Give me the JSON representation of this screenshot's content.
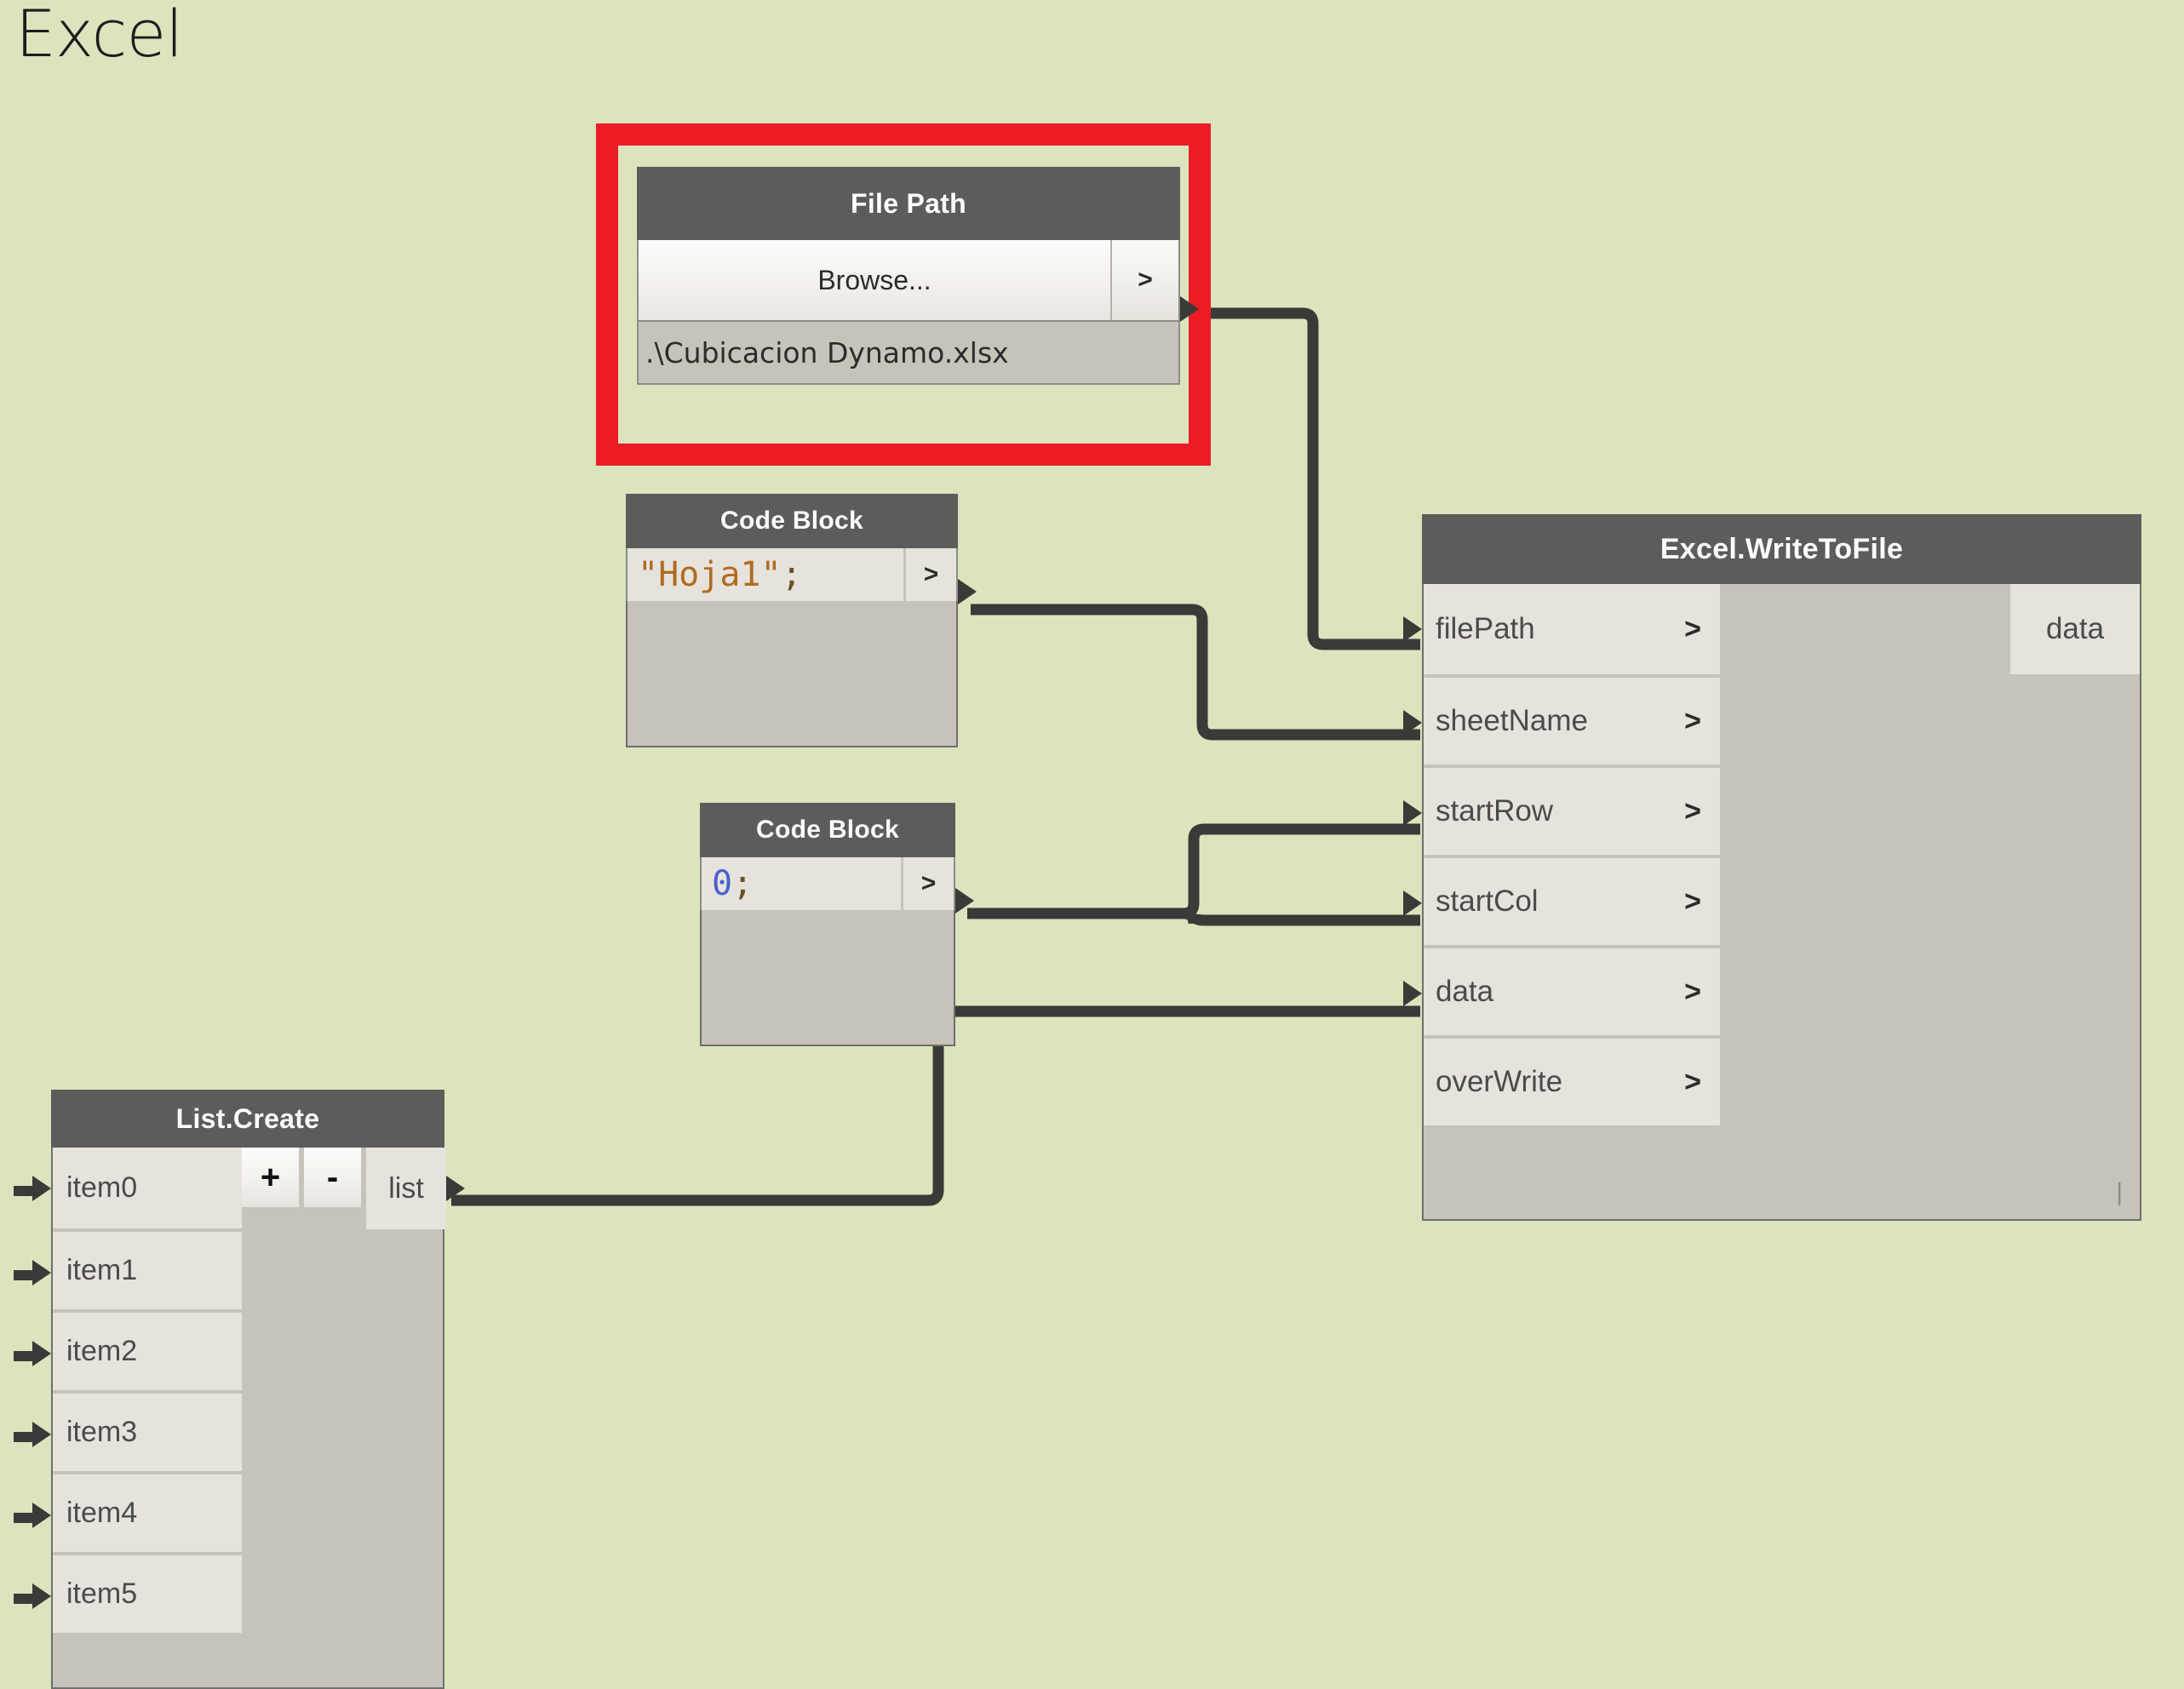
{
  "group": {
    "title": "Excel"
  },
  "colors": {
    "canvas_bg": "#dce4bd",
    "node_header": "#5c5c5b",
    "node_body": "#c7c3bb",
    "port_row": "#e6e3dd",
    "highlight_border": "#ed1c24",
    "wire": "#3a3a38",
    "string_literal": "#b06b20",
    "number_literal": "#4a5fd0"
  },
  "file_path_node": {
    "title": "File Path",
    "browse_label": "Browse...",
    "output_chevron": ">",
    "value": ".\\Cubicacion Dynamo.xlsx",
    "highlighted": true
  },
  "code_block_1": {
    "title": "Code Block",
    "code_string": "\"Hoja1\"",
    "code_terminator": ";",
    "output_chevron": ">"
  },
  "code_block_2": {
    "title": "Code Block",
    "code_number": "0",
    "code_terminator": ";",
    "output_chevron": ">"
  },
  "excel_write_node": {
    "title": "Excel.WriteToFile",
    "inputs": [
      {
        "label": "filePath",
        "chevron": ">"
      },
      {
        "label": "sheetName",
        "chevron": ">"
      },
      {
        "label": "startRow",
        "chevron": ">"
      },
      {
        "label": "startCol",
        "chevron": ">"
      },
      {
        "label": "data",
        "chevron": ">"
      },
      {
        "label": "overWrite",
        "chevron": ">"
      }
    ],
    "outputs": [
      {
        "label": "data"
      }
    ],
    "resize_handle": "|"
  },
  "list_create_node": {
    "title": "List.Create",
    "add_button": "+",
    "remove_button": "-",
    "output_label": "list",
    "items": [
      {
        "label": "item0"
      },
      {
        "label": "item1"
      },
      {
        "label": "item2"
      },
      {
        "label": "item3"
      },
      {
        "label": "item4"
      },
      {
        "label": "item5"
      }
    ]
  },
  "connections": [
    {
      "from": "file_path.output",
      "to": "excel_write.filePath"
    },
    {
      "from": "code_block_1.output",
      "to": "excel_write.sheetName"
    },
    {
      "from": "code_block_2.output",
      "to": "excel_write.startRow"
    },
    {
      "from": "code_block_2.output",
      "to": "excel_write.startCol"
    },
    {
      "from": "list_create.list",
      "to": "excel_write.data"
    }
  ]
}
